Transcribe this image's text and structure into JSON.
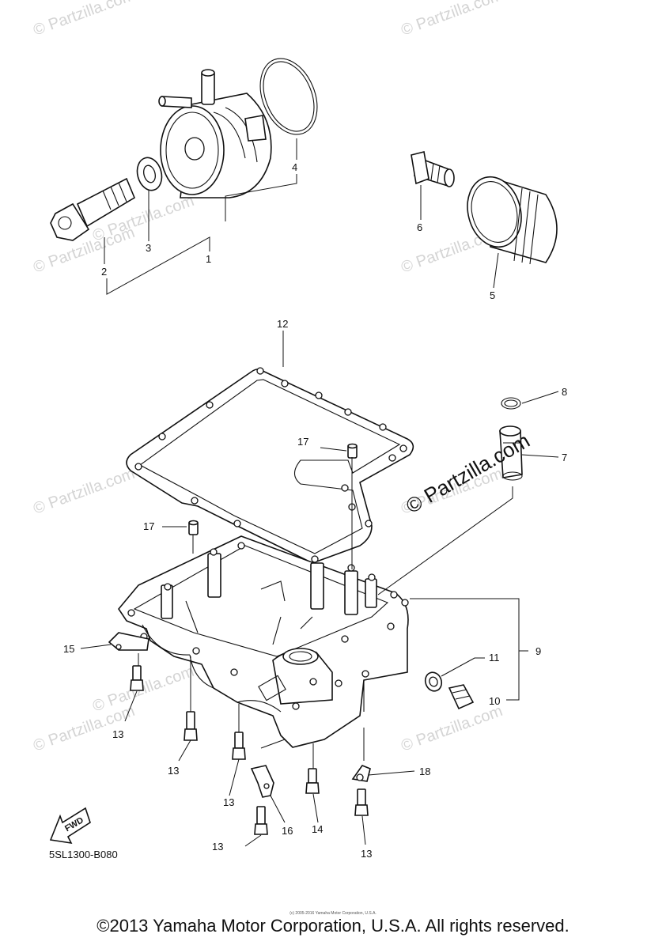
{
  "watermarks": [
    "© Partzilla.com",
    "© Partzilla.com",
    "© Partzilla.com",
    "© Partzilla.com",
    "© Partzilla.com",
    "© Partzilla.com",
    "© Partzilla.com",
    "© Partzilla.com",
    "© Partzilla.com",
    "© Partzilla.com"
  ],
  "logo_text": "© Partzilla.com",
  "callouts": {
    "c1": "1",
    "c2": "2",
    "c3": "3",
    "c4": "4",
    "c5": "5",
    "c6": "6",
    "c7": "7",
    "c8": "8",
    "c9": "9",
    "c10": "10",
    "c11": "11",
    "c12": "12",
    "c13a": "13",
    "c13b": "13",
    "c13c": "13",
    "c13d": "13",
    "c13e": "13",
    "c14": "14",
    "c15": "15",
    "c16": "16",
    "c17a": "17",
    "c17b": "17",
    "c18": "18"
  },
  "fwd_label": "FWD",
  "diagram_code": "5SL1300-B080",
  "fine_print": "(c) 2005-2016 Yamaha Motor Corporation, U.S.A.",
  "copyright": "©2013 Yamaha Motor Corporation, U.S.A. All rights reserved."
}
